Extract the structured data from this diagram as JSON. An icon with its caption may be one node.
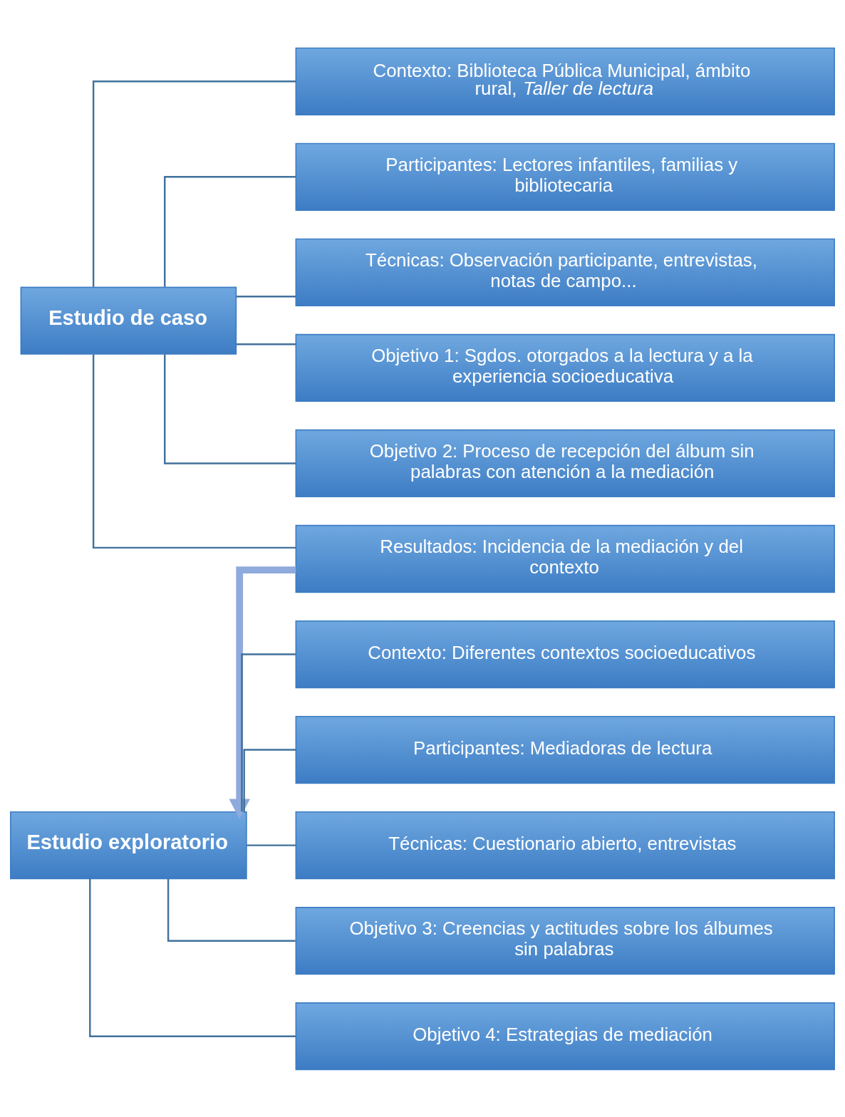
{
  "diagram": {
    "nodes": [
      {
        "text": [
          "Estudio de caso"
        ]
      },
      {
        "text": [
          "Contexto: Biblioteca Pública Municipal, ámbito rural, *Taller de lectura*"
        ]
      },
      {
        "text": [
          "Participantes: Lectores infantiles, familias y bibliotecaria"
        ]
      },
      {
        "text": [
          "Técnicas: Observación participante, entrevistas, notas de campo..."
        ]
      },
      {
        "text": [
          "Objetivo 1: Sgdos. otorgados a la lectura y a la experiencia socioeducativa"
        ]
      },
      {
        "text": [
          "Objetivo 2: Proceso de recepción del álbum sin palabras con atención a la mediación"
        ]
      },
      {
        "text": [
          "Resultados: Incidencia de la mediación y del contexto"
        ]
      },
      {
        "text": [
          "Estudio exploratorio"
        ]
      },
      {
        "text": [
          "Contexto: Diferentes contextos socioeducativos"
        ]
      },
      {
        "text": [
          "Participantes: Mediadoras de lectura"
        ]
      },
      {
        "text": [
          "Técnicas: Cuestionario abierto, entrevistas"
        ]
      },
      {
        "text": [
          "Objetivo 3: Creencias y actitudes sobre los álbumes sin palabras"
        ]
      },
      {
        "text": [
          "Objetivo 4: Estrategias de mediación"
        ]
      }
    ],
    "edges": [
      {
        "from": 0,
        "to": 1,
        "arrow": "none"
      },
      {
        "from": 0,
        "to": 2,
        "arrow": "none"
      },
      {
        "from": 0,
        "to": 3,
        "arrow": "none"
      },
      {
        "from": 0,
        "to": 4,
        "arrow": "none"
      },
      {
        "from": 0,
        "to": 5,
        "arrow": "none"
      },
      {
        "from": 0,
        "to": 6,
        "arrow": "none"
      },
      {
        "from": 6,
        "to": 7,
        "arrow": "to",
        "style": "thick",
        "color": "#8faadc"
      },
      {
        "from": 7,
        "to": 8,
        "arrow": "none"
      },
      {
        "from": 7,
        "to": 9,
        "arrow": "none"
      },
      {
        "from": 7,
        "to": 10,
        "arrow": "none"
      },
      {
        "from": 7,
        "to": 11,
        "arrow": "none"
      },
      {
        "from": 7,
        "to": 12,
        "arrow": "none"
      }
    ]
  }
}
